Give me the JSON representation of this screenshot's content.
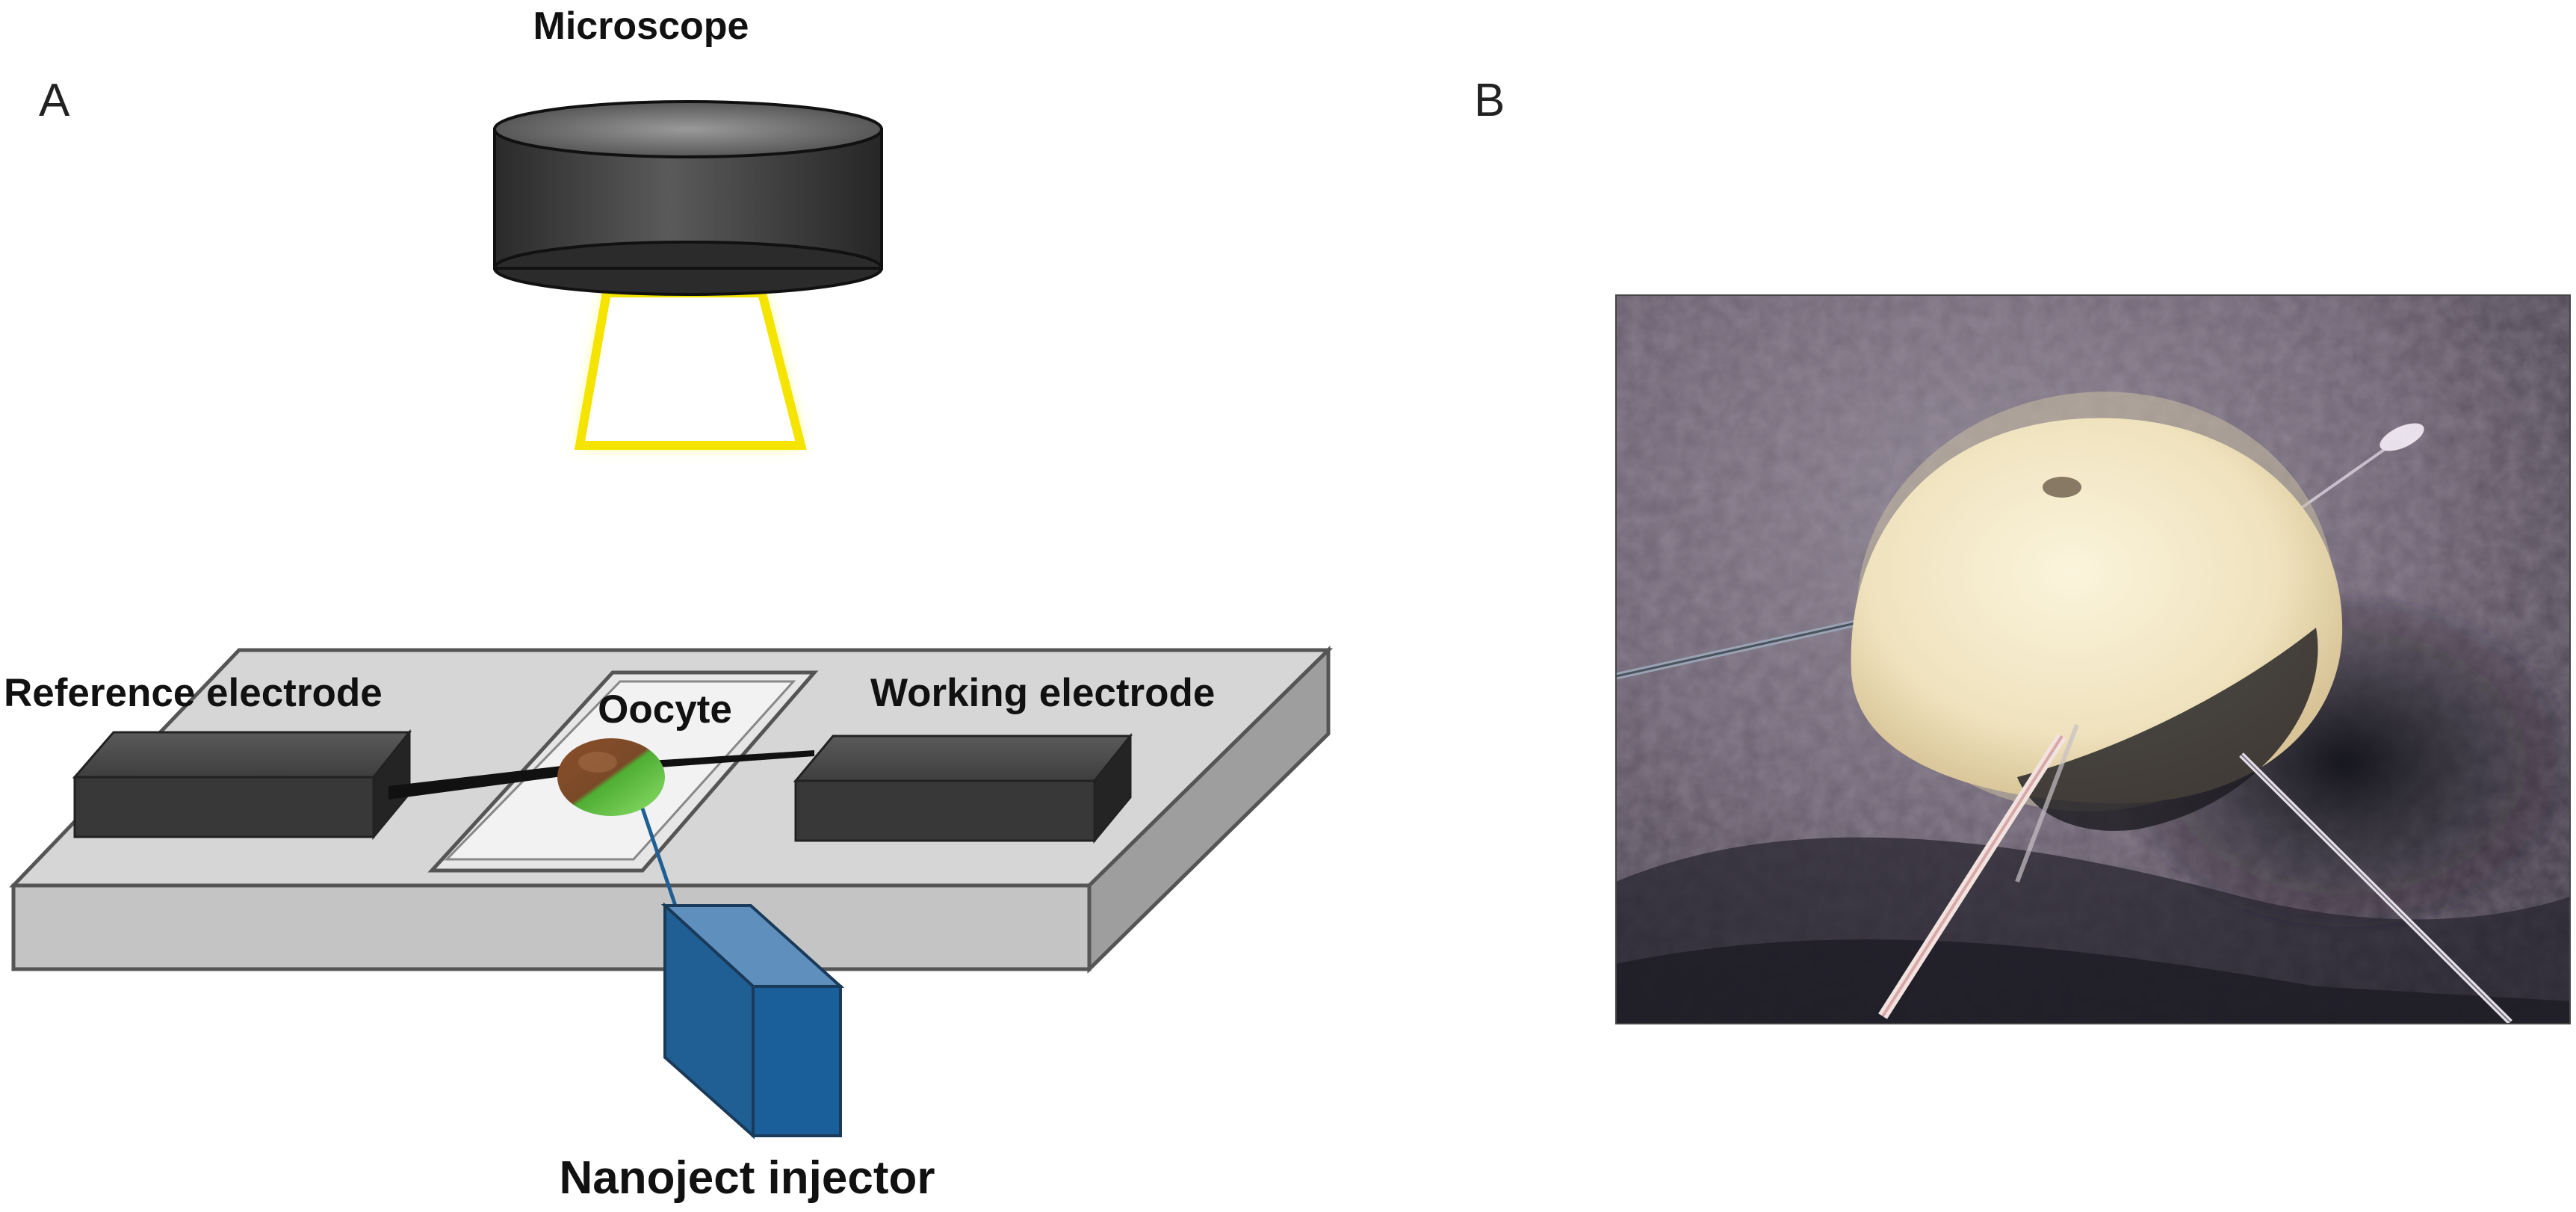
{
  "panel_a": {
    "letter": "A",
    "labels": {
      "microscope": "Microscope",
      "reference_electrode": "Reference electrode",
      "oocyte": "Oocyte",
      "working_electrode": "Working electrode",
      "injector": "Nanoject injector"
    },
    "colors": {
      "microscope_body": "#3a3a3a",
      "light_beam": "#ffff00",
      "platform": "#c8c8c8",
      "electrode_block": "#3c3c3c",
      "oocyte_animal_pole": "#7a4a2a",
      "oocyte_vegetal_pole": "#5fc23a",
      "injector": "#1f5f94"
    }
  },
  "panel_b": {
    "letter": "B",
    "photo_subject": "oocyte-photo",
    "colors": {
      "background": "#6e6572",
      "oocyte": "#f0e6c6",
      "shadow": "#1c1a22"
    }
  }
}
